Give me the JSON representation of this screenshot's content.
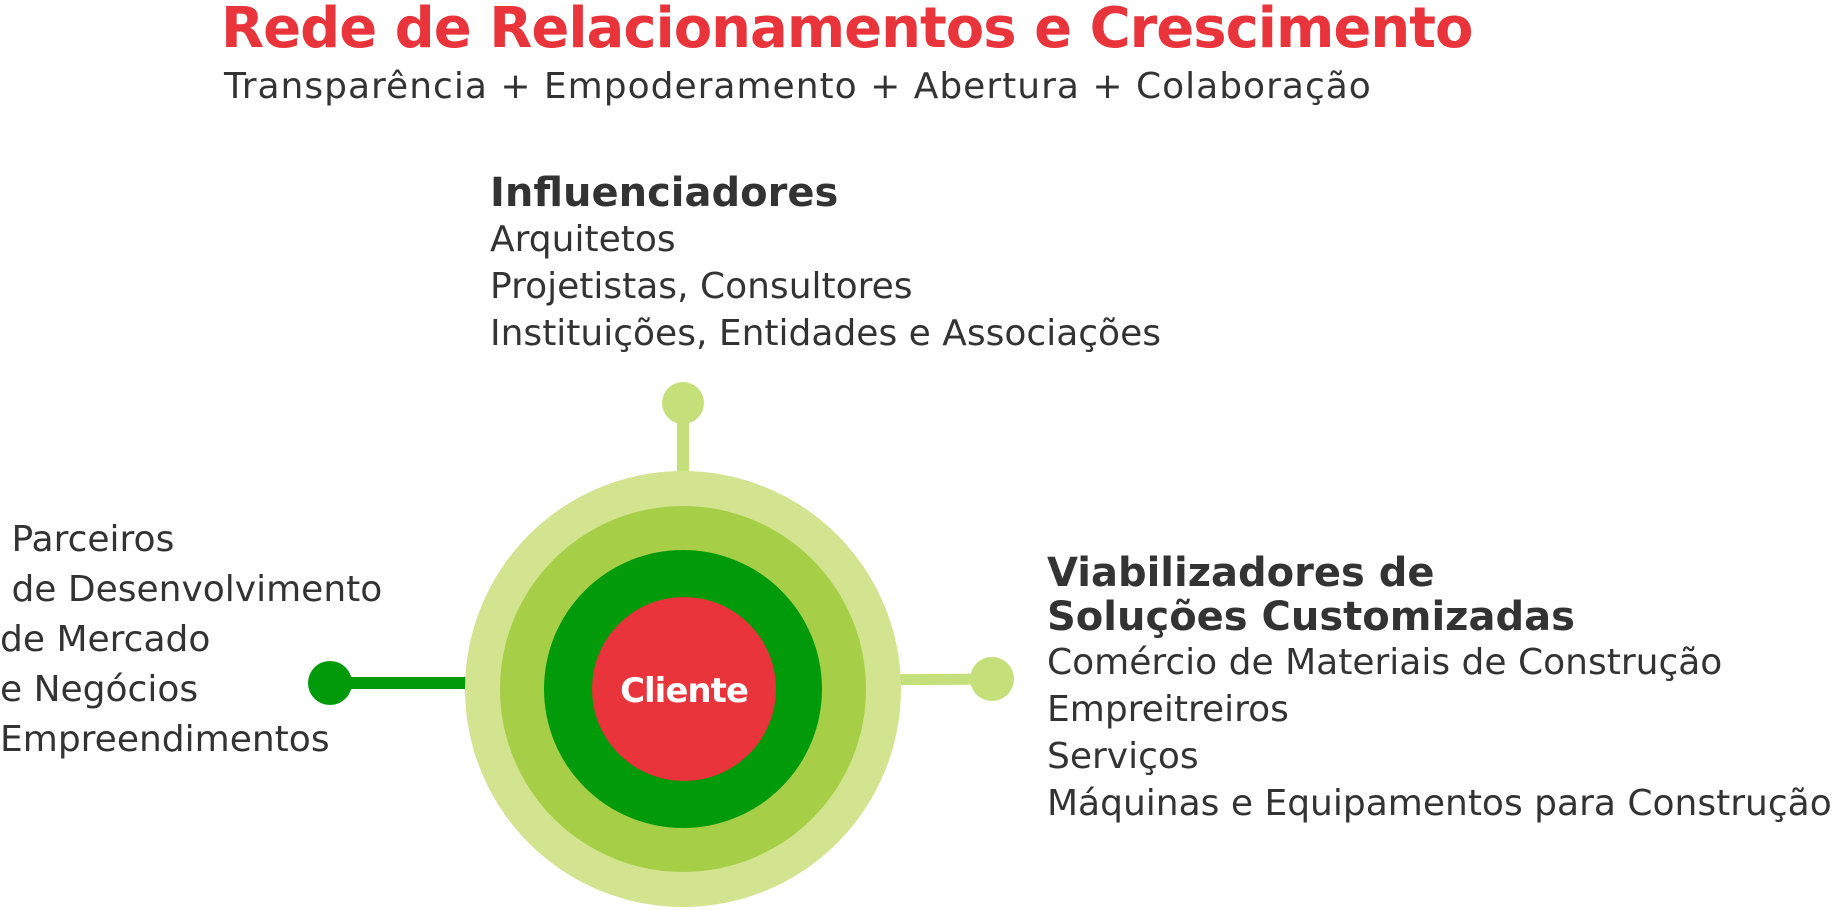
{
  "title": "Rede de Relacionamentos e Crescimento",
  "subtitle": "Transparência + Empoderamento + Abertura + Colaboração",
  "center_label": "Cliente",
  "top_group": {
    "heading": "Influenciadores",
    "items": [
      "Arquitetos",
      "Projetistas, Consultores",
      "Instituições, Entidades e Associações"
    ]
  },
  "right_group": {
    "heading_lines": [
      "Viabilizadores de",
      "Soluções Customizadas"
    ],
    "items": [
      "Comércio de Materiais de Construção",
      "Empreitreiros",
      "Serviços",
      "Máquinas e Equipamentos para Construção"
    ]
  },
  "left_group": {
    "items": [
      " Parceiros",
      " de Desenvolvimento",
      "de Mercado",
      "e Negócios",
      "Empreendimentos"
    ]
  },
  "colors": {
    "title": "#e8343a",
    "text": "#333333",
    "ring_outer": "#d2e48f",
    "ring_middle": "#a6ce47",
    "ring_inner": "#009a0a",
    "center": "#e8343a",
    "connector_light": "#c5e07a",
    "connector_dark": "#009a0a"
  }
}
